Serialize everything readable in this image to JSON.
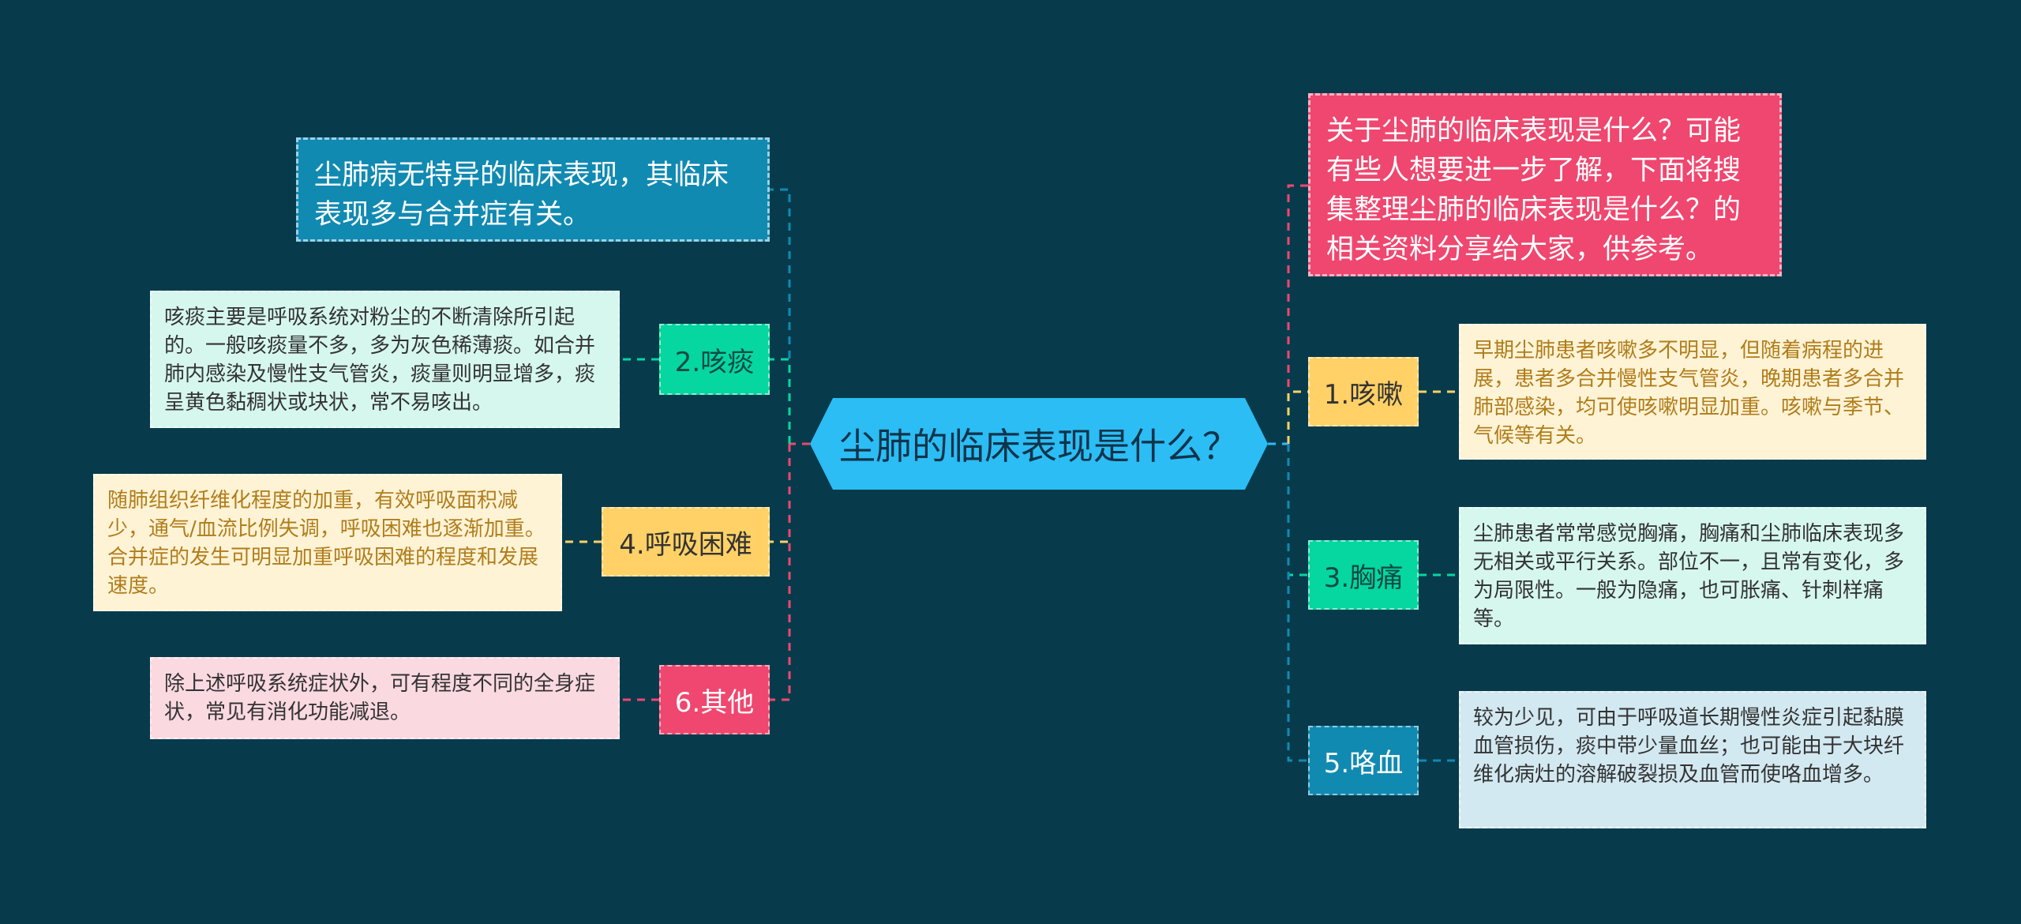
{
  "title": "尘肺的临床表现是什么？",
  "intro": "关于尘肺的临床表现是什么？可能有些人想要进一步了解，下面将搜集整理尘肺的临床表现是什么？的相关资料分享给大家，供参考。",
  "summary": "尘肺病无特异的临床表现，其临床表现多与合并症有关。",
  "branches": [
    {
      "label": "1.咳嗽",
      "text": "早期尘肺患者咳嗽多不明显，但随着病程的进展，患者多合并慢性支气管炎，晚期患者多合并肺部感染，均可使咳嗽明显加重。咳嗽与季节、气候等有关。"
    },
    {
      "label": "2.咳痰",
      "text": "咳痰主要是呼吸系统对粉尘的不断清除所引起的。一般咳痰量不多，多为灰色稀薄痰。如合并肺内感染及慢性支气管炎，痰量则明显增多，痰呈黄色黏稠状或块状，常不易咳出。"
    },
    {
      "label": "3.胸痛",
      "text": "尘肺患者常常感觉胸痛，胸痛和尘肺临床表现多无相关或平行关系。部位不一，且常有变化，多为局限性。一般为隐痛，也可胀痛、针刺样痛等。"
    },
    {
      "label": "4.呼吸困难",
      "text": "随肺组织纤维化程度的加重，有效呼吸面积减少，通气/血流比例失调，呼吸困难也逐渐加重。合并症的发生可明显加重呼吸困难的程度和发展速度。"
    },
    {
      "label": "5.咯血",
      "text": "较为少见，可由于呼吸道长期慢性炎症引起黏膜血管损伤，痰中带少量血丝；也可能由于大块纤维化病灶的溶解破裂损及血管而使咯血增多。"
    },
    {
      "label": "6.其他",
      "text": "除上述呼吸系统症状外，可有程度不同的全身症状，常见有消化功能减退。"
    }
  ],
  "colors": {
    "background": "#073b4c",
    "center": "#2bbdf4",
    "intro": "#ef476f",
    "summary": "#118ab2",
    "yellow": "#ffd166",
    "green": "#06d6a0",
    "pink": "#ef476f",
    "blue": "#118ab2"
  }
}
